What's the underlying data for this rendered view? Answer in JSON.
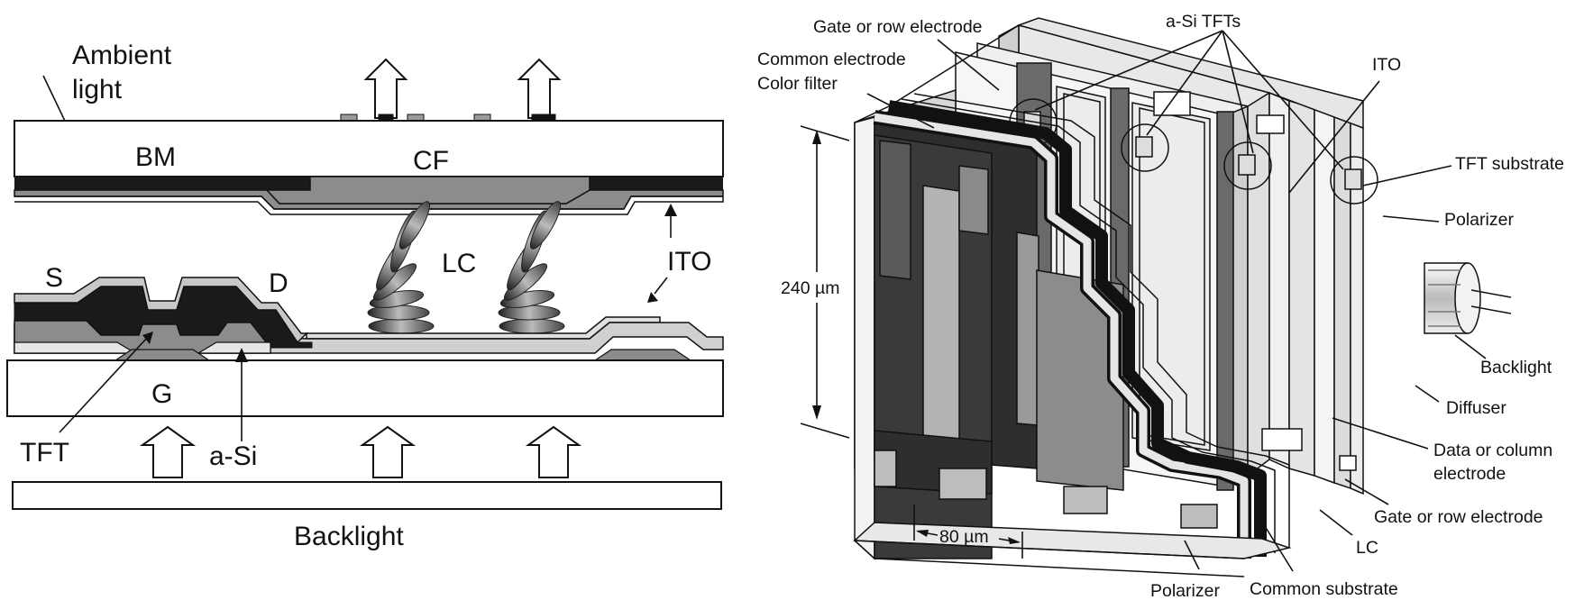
{
  "left_panel": {
    "ambient_light_line1": "Ambient",
    "ambient_light_line2": "light",
    "bm": "BM",
    "cf": "CF",
    "lc": "LC",
    "ito": "ITO",
    "s": "S",
    "d": "D",
    "g": "G",
    "tft": "TFT",
    "a_si": "a-Si",
    "backlight": "Backlight"
  },
  "right_panel": {
    "gate_row_top": "Gate or row electrode",
    "a_si_tfts": "a-Si TFTs",
    "common_electrode": "Common electrode",
    "color_filter": "Color filter",
    "ito": "ITO",
    "tft_substrate": "TFT substrate",
    "polarizer_right": "Polarizer",
    "dim_240": "240 µm",
    "backlight": "Backlight",
    "diffuser": "Diffuser",
    "data_col_line1": "Data or column",
    "data_col_line2": "electrode",
    "gate_row_bottom": "Gate or row electrode",
    "lc": "LC",
    "dim_80": "80 µm",
    "polarizer_bottom": "Polarizer",
    "common_substrate": "Common substrate"
  },
  "colors": {
    "black_layer": "#1a1a1a",
    "dark_gray": "#3a3a3a",
    "mid_gray": "#8c8c8c",
    "light_gray": "#b8b8b8",
    "pale_gray": "#e6e6e6"
  }
}
